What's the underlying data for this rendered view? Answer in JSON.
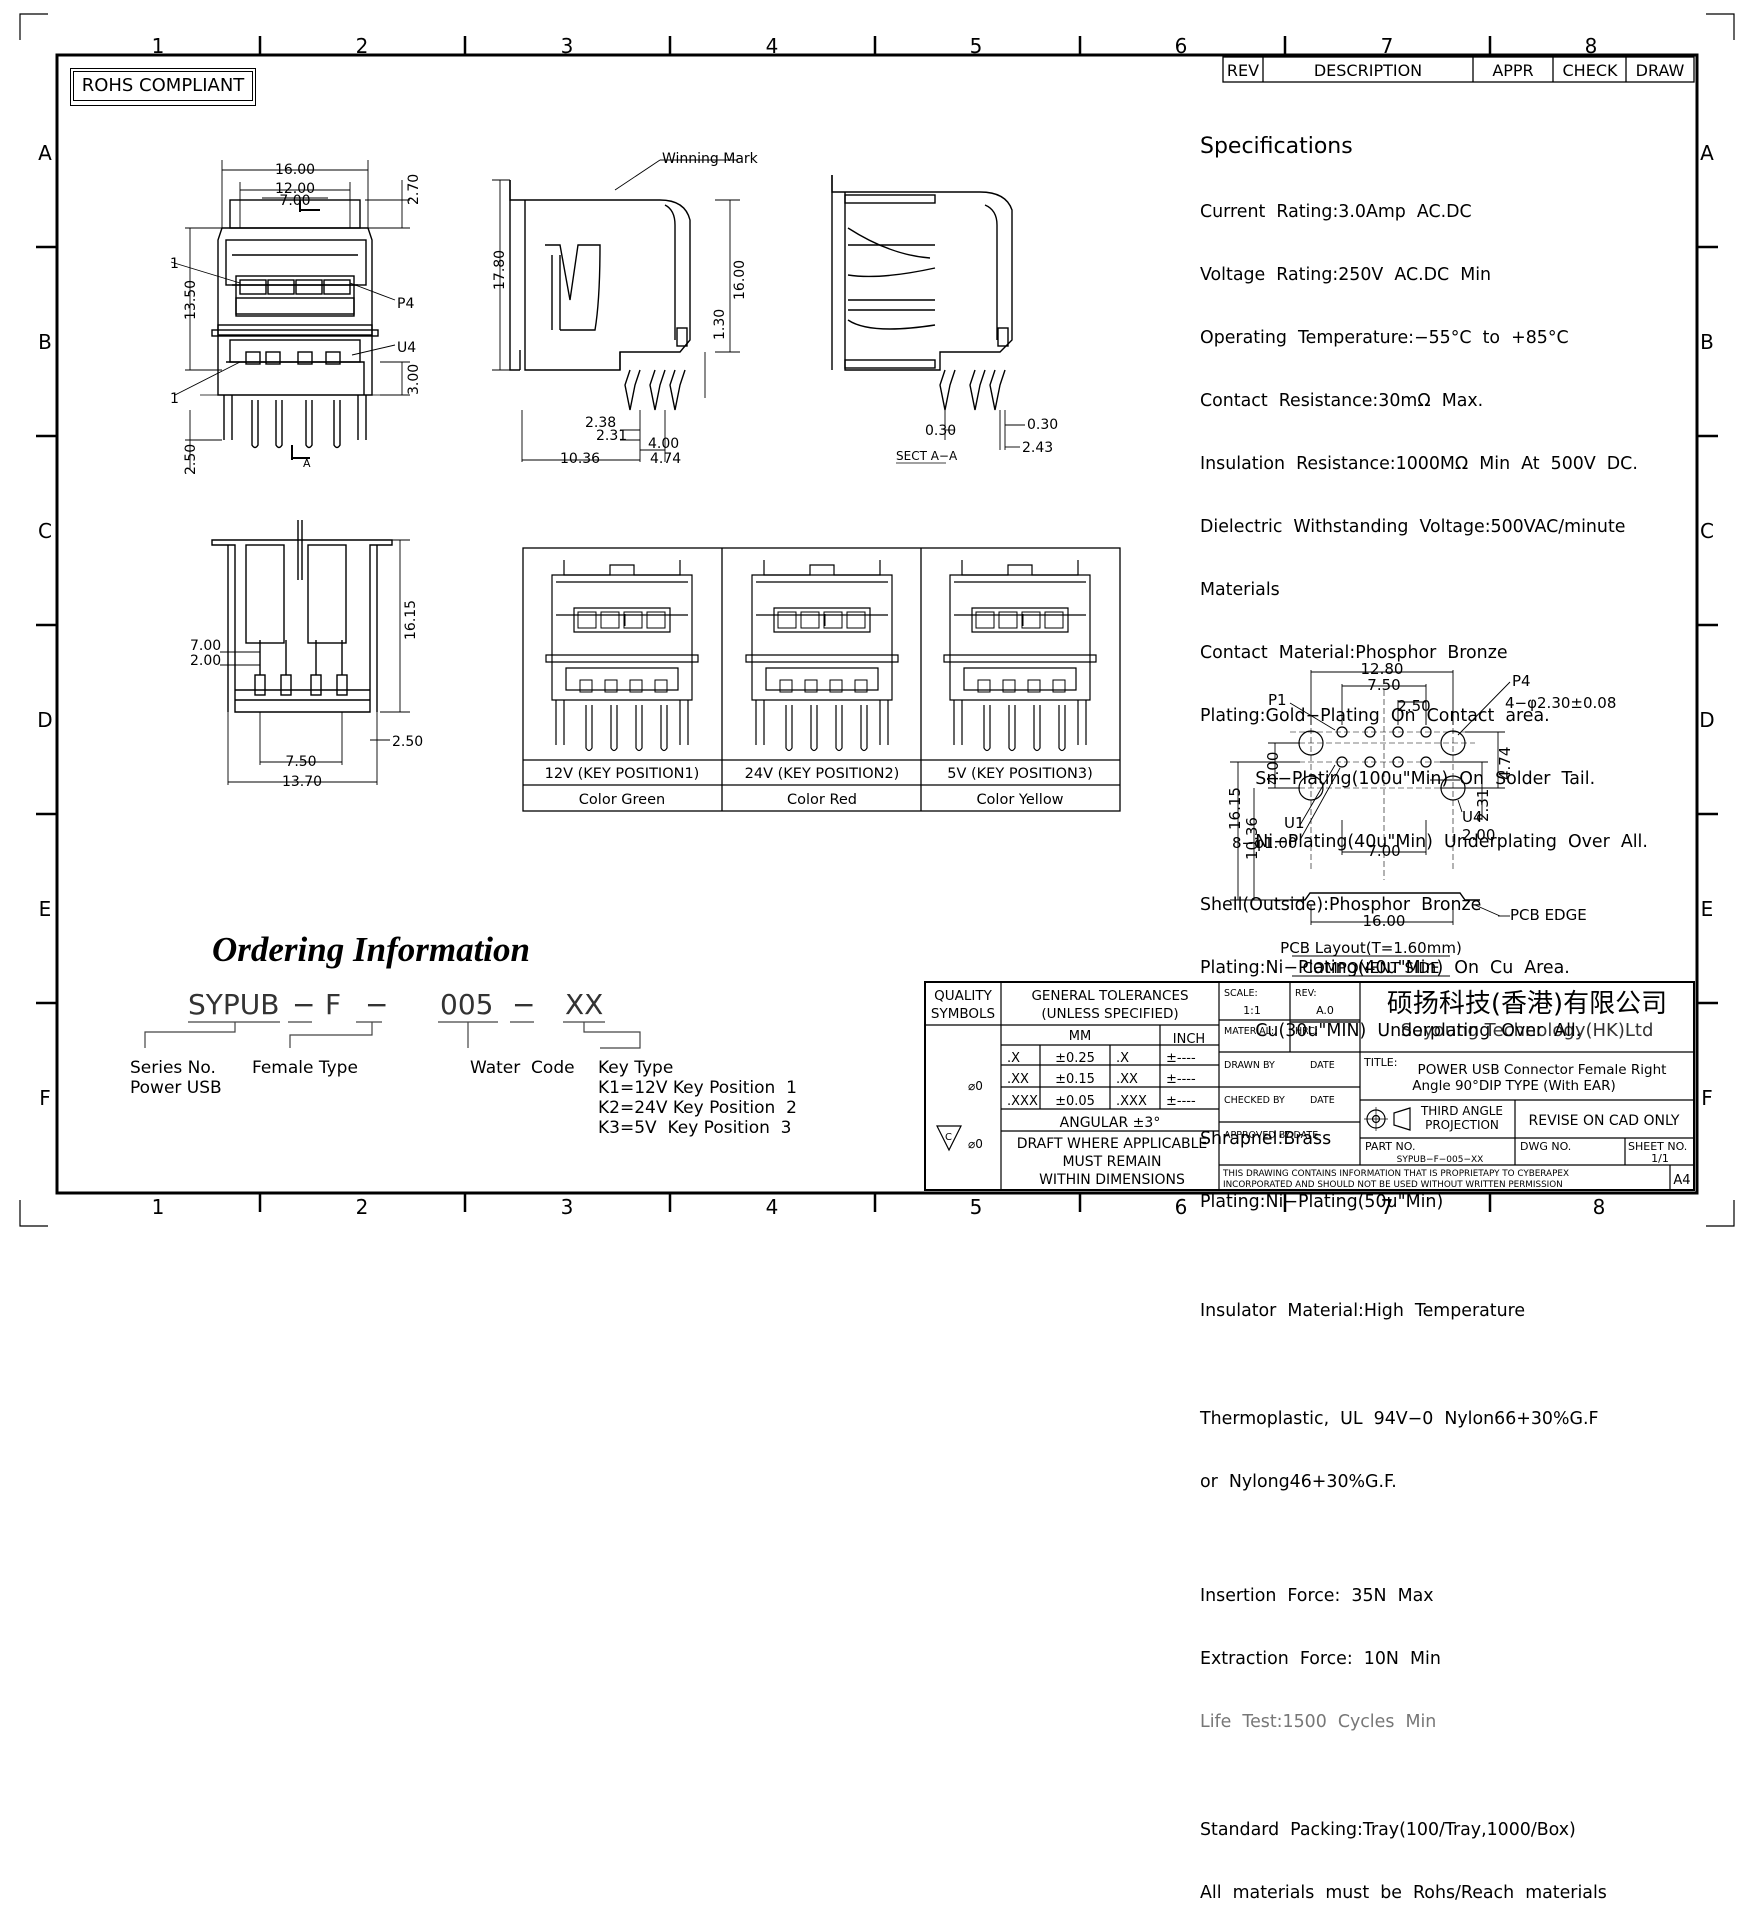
{
  "frame": {
    "columns": [
      "1",
      "2",
      "3",
      "4",
      "5",
      "6",
      "7",
      "8"
    ],
    "rows": [
      "A",
      "B",
      "C",
      "D",
      "E",
      "F"
    ]
  },
  "rohs_label": "ROHS COMPLIANT",
  "revision_header": {
    "rev": "REV",
    "description": "DESCRIPTION",
    "appr": "APPR",
    "check": "CHECK",
    "draw": "DRAW"
  },
  "specifications": {
    "title": "Specifications",
    "lines": [
      "Current  Rating:3.0Amp  AC.DC",
      "Voltage  Rating:250V  AC.DC  Min",
      "Operating  Temperature:−55°C  to  +85°C",
      "Contact  Resistance:30mΩ  Max.",
      "Insulation  Resistance:1000MΩ  Min  At  500V  DC.",
      "Dielectric  Withstanding  Voltage:500VAC/minute",
      "Materials",
      "Contact  Material:Phosphor  Bronze",
      "Plating:Gold−Plating  On  Contact  area.",
      "          Sn−Plating(100u\"Min)  On  Solder  Tail.",
      "          Ni−Plating(40u\"Min)  Underplating  Over  All.",
      "Shell(Outside):Phosphor  Bronze",
      "Plating:Ni−Plating(40u\"Min)  On  Cu  Area.",
      "          Cu(30u\"MIN)  Underplating  Over  All.",
      "Shrapnel:Brass",
      "Plating:Ni−Plating(50u\"Min)",
      "Insulator  Material:High  Temperature",
      "Thermoplastic,  UL  94V−0  Nylon66+30%G.F",
      "or  Nylong46+30%G.F.",
      "Insertion  Force:  35N  Max",
      "Extraction  Force:  10N  Min",
      "Life  Test:1500  Cycles  Min",
      "Standard  Packing:Tray(100/Tray,1000/Box)",
      "All  materials  must  be  Rohs/Reach  materials"
    ]
  },
  "front_view": {
    "dims": {
      "w16": "16.00",
      "w12": "12.00",
      "w7": "7.00",
      "h270": "2.70",
      "h1350": "13.50",
      "h300": "3.00",
      "h250": "2.50"
    },
    "labels": {
      "pin1_top": "1",
      "p4": "P4",
      "u4": "U4",
      "pin1_bot": "1",
      "section": "A"
    }
  },
  "side_view": {
    "winning_mark": "Winning Mark",
    "dims": {
      "h1780": "17.80",
      "h1600": "16.00",
      "h130": "1.30",
      "d238": "2.38",
      "d231": "2.31",
      "d400": "4.00",
      "d1036": "10.36",
      "d474": "4.74"
    }
  },
  "section_view": {
    "dims": {
      "d030a": "0.30",
      "d030b": "0.30",
      "d243": "2.43"
    },
    "caption": "SECT A−A"
  },
  "bottom_view": {
    "dims": {
      "h1615": "16.15",
      "d700": "7.00",
      "d200": "2.00",
      "d250": "2.50",
      "d750": "7.50",
      "d1370": "13.70"
    }
  },
  "key_positions": [
    {
      "label": "12V (KEY POSITION1)",
      "color": "Color  Green"
    },
    {
      "label": "24V (KEY POSITION2)",
      "color": "Color  Red"
    },
    {
      "label": "5V (KEY POSITION3)",
      "color": "Color  Yellow"
    }
  ],
  "pcb_layout": {
    "dims": {
      "d1280": "12.80",
      "d750": "7.50",
      "d250": "2.50",
      "d474": "4.74",
      "d400": "4.00",
      "d231": "2.31",
      "d200": "2.00",
      "d1615": "16.15",
      "d1036": "10.36",
      "d700": "7.00",
      "d1600": "16.00"
    },
    "labels": {
      "p1": "P1",
      "p4": "P4",
      "holes4": "4−φ2.30±0.08",
      "u1": "U1",
      "u4": "U4",
      "holes8": "8−φ1.00",
      "pcb_edge": "PCB EDGE"
    },
    "caption": "PCB  Layout(T=1.60mm)",
    "subcaption": "COMPONENT  SIDE"
  },
  "ordering": {
    "title": "Ordering Information",
    "code": {
      "series": "SYPUB",
      "dash1": "−",
      "type": "F",
      "dash2": "−",
      "water": "005",
      "dash3": "−",
      "key": "XX"
    },
    "series_label": "Series No.\nPower USB",
    "type_label": "Female Type",
    "water_label": "Water  Code",
    "key_label": "Key Type\nK1=12V Key Position  1\nK2=24V Key Position  2\nK3=5V  Key Position  3"
  },
  "title_block": {
    "quality": "QUALITY",
    "symbols": "SYMBOLS",
    "gen_tol": "GENERAL  TOLERANCES",
    "unless": "(UNLESS  SPECIFIED)",
    "mm": "MM",
    "inch": "INCH",
    "tol_rows": [
      {
        "mm_fmt": ".X",
        "mm_val": "±0.25",
        "in_fmt": ".X",
        "in_val": "±----"
      },
      {
        "mm_fmt": ".XX",
        "mm_val": "±0.15",
        "in_fmt": ".XX",
        "in_val": "±----"
      },
      {
        "mm_fmt": ".XXX",
        "mm_val": "±0.05",
        "in_fmt": ".XXX",
        "in_val": "±----"
      }
    ],
    "angular": "ANGULAR  ±3°",
    "draft1": "DRAFT  WHERE  APPLICABLE",
    "draft2": "MUST  REMAIN",
    "draft3": "WITHIN  DIMENSIONS",
    "sym1": "⌀0",
    "sym2": "⌀0",
    "sym_c": "C",
    "scale_lbl": "SCALE:",
    "scale": "1:1",
    "rev_lbl": "REV:",
    "rev": "A.0",
    "material_lbl": "MATERIAL:",
    "hrc_lbl": "HRC:",
    "drawn_lbl": "DRAWN  BY",
    "date1": "DATE",
    "checked_lbl": "CHECKED  BY",
    "date2": "DATE",
    "approved_lbl": "APPROVED  BY  DATE",
    "company_cn": "硕扬科技(香港)有限公司",
    "company_en": "Soyoung  Technology(HK)Ltd",
    "title_lbl": "TITLE:",
    "title1": "POWER  USB  Connector  Female  Right",
    "title2": "Angle  90°DIP  TYPE  (With  EAR)",
    "third1": "THIRD  ANGLE",
    "third2": "PROJECTION",
    "revise": "REVISE  ON  CAD  ONLY",
    "part_lbl": "PART  NO.",
    "part": "SYPUB−F−005−XX",
    "dwg_lbl": "DWG  NO.",
    "sheet_lbl": "SHEET  NO.",
    "sheet": "1/1",
    "note1": "THIS  DRAWING  CONTAINS  INFORMATION  THAT  IS  PROPRIETAPY  TO  CYBERAPEX",
    "note2": "INCORPORATED  AND  SHOULD  NOT  BE  USED  WITHOUT  WRITTEN  PERMISSION",
    "size": "A4"
  }
}
